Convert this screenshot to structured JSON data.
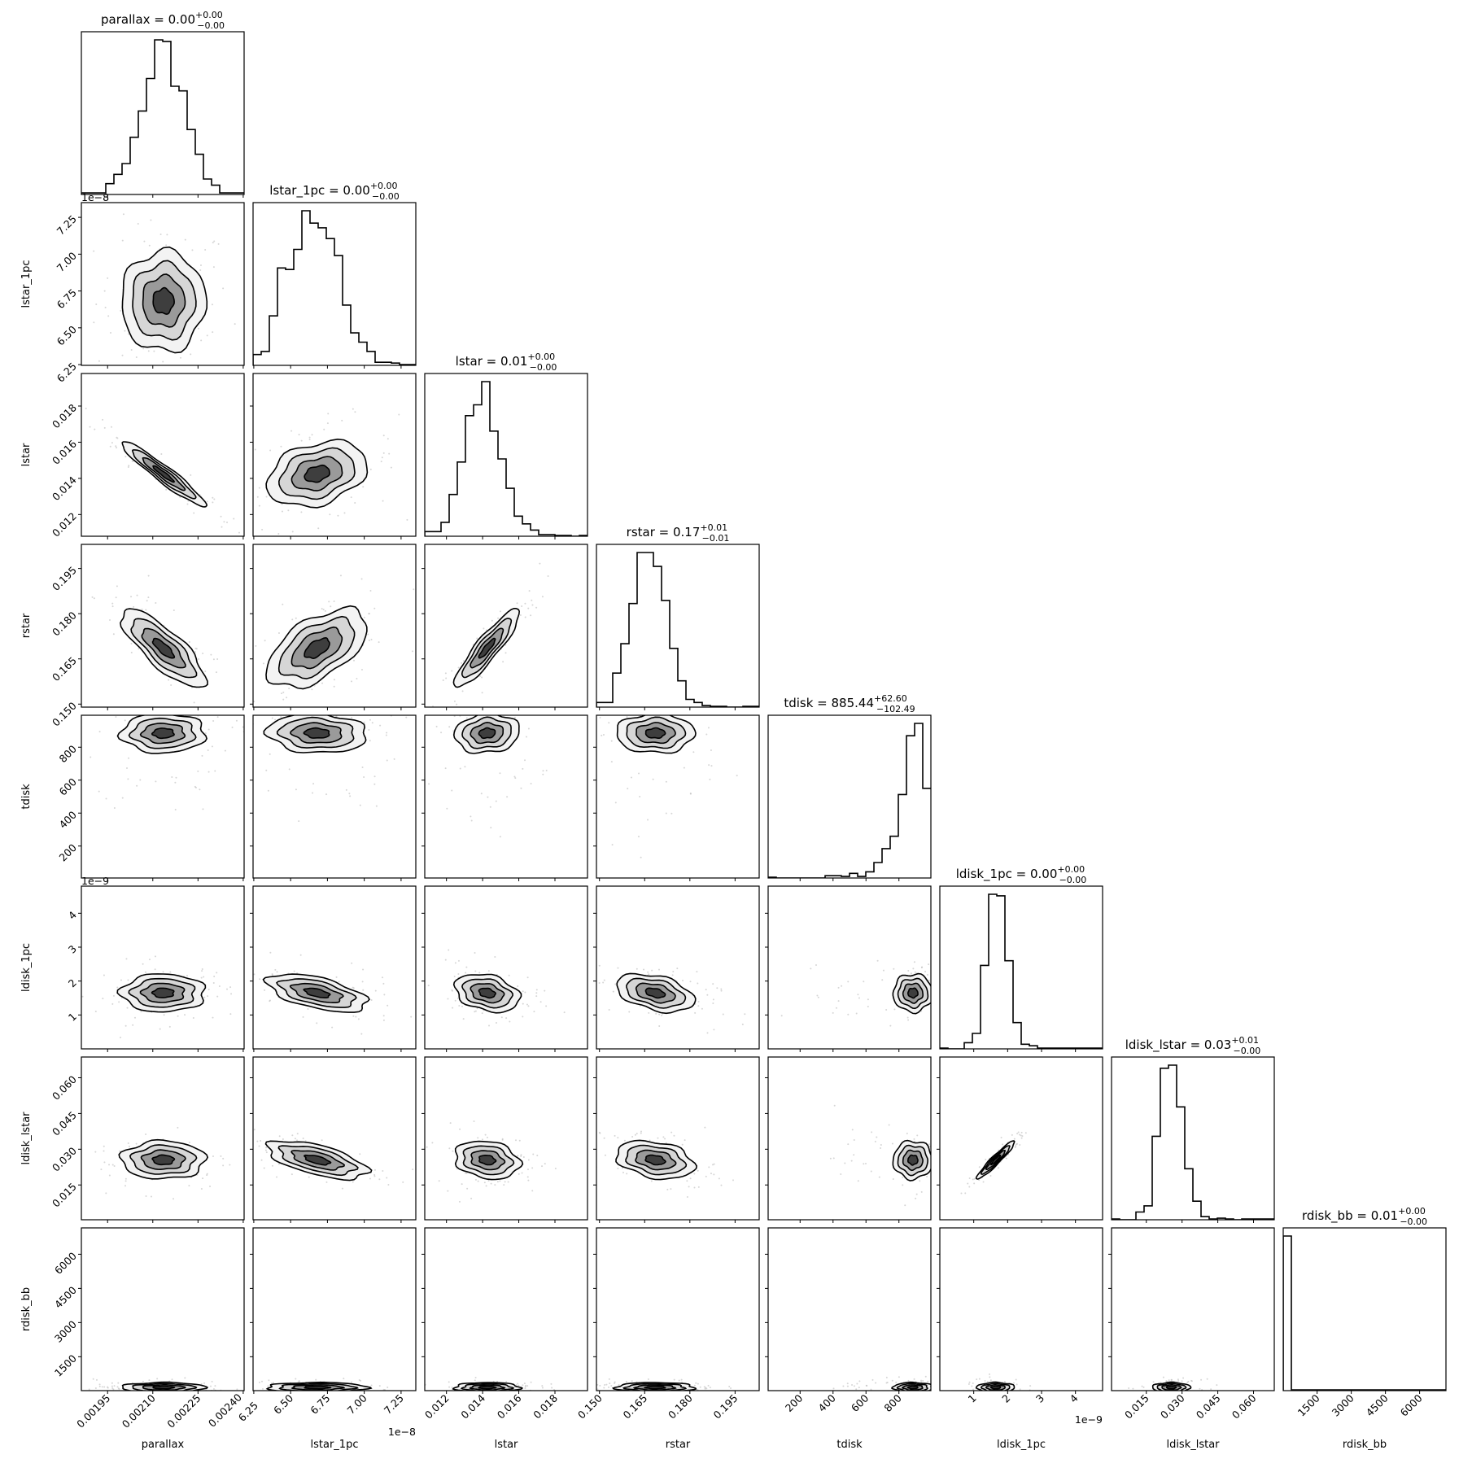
{
  "chart_data": {
    "type": "corner",
    "variables": [
      {
        "name": "parallax",
        "title": {
          "label": "parallax",
          "value": "0.00",
          "plus": "+0.00",
          "minus": "−0.00"
        },
        "range": [
          0.001863,
          0.002403
        ],
        "ticks": [
          0.00195,
          0.0021,
          0.00225,
          0.0024
        ],
        "tick_labels": [
          "0.00195",
          "0.00210",
          "0.00225",
          "0.00240"
        ],
        "offset": "",
        "mean": 0.002135,
        "std": 7e-05,
        "hist": [
          0.01,
          0.01,
          0.01,
          0.07,
          0.13,
          0.2,
          0.37,
          0.54,
          0.75,
          1.0,
          0.99,
          0.7,
          0.67,
          0.42,
          0.26,
          0.1,
          0.06,
          0.01,
          0.01,
          0.01
        ]
      },
      {
        "name": "lstar_1pc",
        "title": {
          "label": "lstar_1pc",
          "value": "0.00",
          "plus": "+0.00",
          "minus": "−0.00"
        },
        "range": [
          6.245,
          7.35
        ],
        "ticks": [
          6.25,
          6.5,
          6.75,
          7.0,
          7.25
        ],
        "tick_labels": [
          "6.25",
          "6.50",
          "6.75",
          "7.00",
          "7.25"
        ],
        "offset": "1e−8",
        "mean": 6.68,
        "std": 0.17,
        "hist": [
          0.07,
          0.09,
          0.32,
          0.63,
          0.62,
          0.75,
          1.0,
          0.92,
          0.89,
          0.82,
          0.71,
          0.39,
          0.21,
          0.15,
          0.09,
          0.02,
          0.02,
          0.015,
          0.005,
          0.005
        ]
      },
      {
        "name": "lstar",
        "title": {
          "label": "lstar",
          "value": "0.01",
          "plus": "+0.00",
          "minus": "−0.00"
        },
        "range": [
          0.0108,
          0.0198
        ],
        "ticks": [
          0.012,
          0.014,
          0.016,
          0.018
        ],
        "tick_labels": [
          "0.012",
          "0.014",
          "0.016",
          "0.018"
        ],
        "offset": "",
        "mean": 0.01425,
        "std": 0.0009,
        "hist": [
          0.03,
          0.03,
          0.09,
          0.27,
          0.48,
          0.78,
          0.85,
          1.0,
          0.68,
          0.5,
          0.31,
          0.13,
          0.08,
          0.04,
          0.01,
          0.01,
          0.005,
          0.005,
          0.0,
          0.005
        ]
      },
      {
        "name": "rstar",
        "title": {
          "label": "rstar",
          "value": "0.17",
          "plus": "+0.01",
          "minus": "−0.01"
        },
        "range": [
          0.149,
          0.203
        ],
        "ticks": [
          0.15,
          0.165,
          0.18,
          0.195
        ],
        "tick_labels": [
          "0.150",
          "0.165",
          "0.180",
          "0.195"
        ],
        "offset": "",
        "mean": 0.1685,
        "std": 0.0065,
        "hist": [
          0.03,
          0.03,
          0.22,
          0.41,
          0.67,
          1.0,
          1.0,
          0.91,
          0.69,
          0.38,
          0.17,
          0.05,
          0.03,
          0.01,
          0.005,
          0.005,
          0.0,
          0.0,
          0.005,
          0.005
        ]
      },
      {
        "name": "tdisk",
        "title": {
          "label": "tdisk",
          "value": "885.44",
          "plus": "+62.60",
          "minus": "−102.49"
        },
        "range": [
          6,
          994
        ],
        "ticks": [
          200,
          400,
          600,
          800
        ],
        "tick_labels": [
          "200",
          "400",
          "600",
          "800"
        ],
        "offset": "",
        "mean": 885,
        "std": 60,
        "hist": [
          0.005,
          0,
          0,
          0,
          0,
          0,
          0,
          0.015,
          0.015,
          0.01,
          0.03,
          0.01,
          0.04,
          0.1,
          0.19,
          0.27,
          0.54,
          0.92,
          1.0,
          0.58
        ]
      },
      {
        "name": "ldisk_1pc",
        "title": {
          "label": "ldisk_1pc",
          "value": "0.00",
          "plus": "+0.00",
          "minus": "−0.00"
        },
        "range": [
          0.0,
          4.8
        ],
        "ticks": [
          1,
          2,
          3,
          4
        ],
        "tick_labels": [
          "1",
          "2",
          "3",
          "4"
        ],
        "offset": "1e−9",
        "mean": 1.65,
        "std": 0.28,
        "hist": [
          0.005,
          0,
          0,
          0.04,
          0.1,
          0.54,
          1.0,
          0.99,
          0.57,
          0.17,
          0.03,
          0.02,
          0.005,
          0.005,
          0.005,
          0.005,
          0.005,
          0.005,
          0.005,
          0.005
        ]
      },
      {
        "name": "ldisk_lstar",
        "title": {
          "label": "ldisk_lstar",
          "value": "0.03",
          "plus": "+0.01",
          "minus": "−0.00"
        },
        "range": [
          0.0004,
          0.0687
        ],
        "ticks": [
          0.015,
          0.03,
          0.045,
          0.06
        ],
        "tick_labels": [
          "0.015",
          "0.030",
          "0.045",
          "0.060"
        ],
        "offset": "",
        "mean": 0.0255,
        "std": 0.004,
        "hist": [
          0.005,
          0,
          0,
          0.05,
          0.09,
          0.54,
          0.98,
          1.0,
          0.73,
          0.33,
          0.12,
          0.02,
          0.005,
          0.01,
          0.005,
          0,
          0.005,
          0.005,
          0.005,
          0.005
        ]
      },
      {
        "name": "rdisk_bb",
        "title": {
          "label": "rdisk_bb",
          "value": "0.01",
          "plus": "+0.00",
          "minus": "−0.00"
        },
        "range": [
          12,
          7157
        ],
        "ticks": [
          1500,
          3000,
          4500,
          6000
        ],
        "tick_labels": [
          "1500",
          "3000",
          "4500",
          "6000"
        ],
        "offset": "",
        "mean": 150,
        "std": 110,
        "hist": [
          1.0,
          0.005,
          0.005,
          0.005,
          0.005,
          0.005,
          0.005,
          0.005,
          0.005,
          0.005,
          0.005,
          0.005,
          0.005,
          0.005,
          0.005,
          0.005,
          0.005,
          0.005,
          0.005,
          0.005
        ]
      }
    ],
    "correlations": [
      [
        1.0,
        0.0,
        -0.95,
        -0.8,
        0.0,
        0.0,
        0.0,
        0.0
      ],
      [
        0.0,
        1.0,
        0.3,
        0.55,
        -0.1,
        -0.55,
        -0.6,
        0.0
      ],
      [
        -0.95,
        0.3,
        1.0,
        0.9,
        0.1,
        -0.3,
        -0.2,
        0.0
      ],
      [
        -0.8,
        0.55,
        0.9,
        1.0,
        0.0,
        -0.4,
        -0.3,
        0.0
      ],
      [
        0.0,
        -0.1,
        0.1,
        0.0,
        1.0,
        0.0,
        0.0,
        0.0
      ],
      [
        0.0,
        -0.55,
        -0.3,
        -0.4,
        0.0,
        1.0,
        0.95,
        0.0
      ],
      [
        0.0,
        -0.6,
        -0.2,
        -0.3,
        0.0,
        0.95,
        1.0,
        0.0
      ],
      [
        0.0,
        0.0,
        0.0,
        0.0,
        0.0,
        0.0,
        0.0,
        1.0
      ]
    ],
    "contour_levels_sigma": [
      0.5,
      1.0,
      1.5,
      2.0
    ],
    "bins": 20,
    "grid": false
  }
}
